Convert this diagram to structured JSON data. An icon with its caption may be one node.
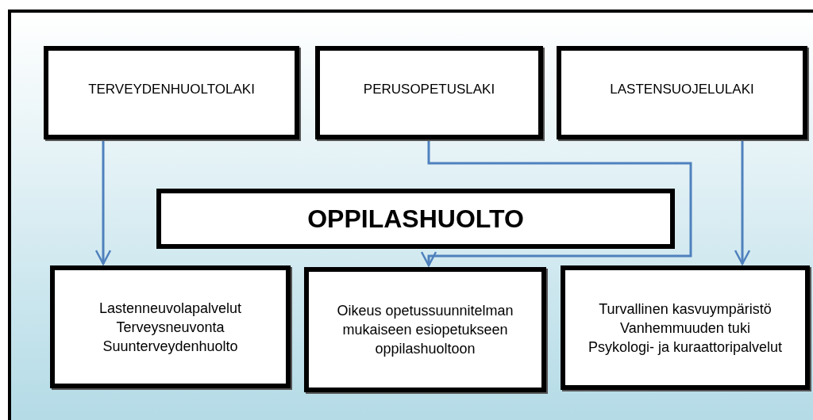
{
  "diagram": {
    "nodes": [
      {
        "text": [
          "TERVEYDENHUOLTOLAKI"
        ]
      },
      {
        "text": [
          "PERUSOPETUSLAKI"
        ]
      },
      {
        "text": [
          "LASTENSUOJELULAKI"
        ]
      },
      {
        "text": [
          "OPPILASHUOLTO"
        ]
      },
      {
        "text": [
          "Lastenneuvolapalvelut",
          "Terveysneuvonta",
          "Suunterveydenhuolto"
        ]
      },
      {
        "text": [
          "Oikeus opetussuunnitelman mukaiseen esiopetukseen oppilashuoltoon"
        ]
      },
      {
        "text": [
          "Turvallinen kasvuympäristö",
          "Vanhemmuuden tuki",
          "Psykologi- ja kuraattoripalvelut"
        ]
      }
    ],
    "edges": [
      {
        "from": 0,
        "to": 4,
        "arrow": "to"
      },
      {
        "from": 1,
        "to": 5,
        "arrow": "to"
      },
      {
        "from": 2,
        "to": 6,
        "arrow": "to"
      }
    ]
  }
}
